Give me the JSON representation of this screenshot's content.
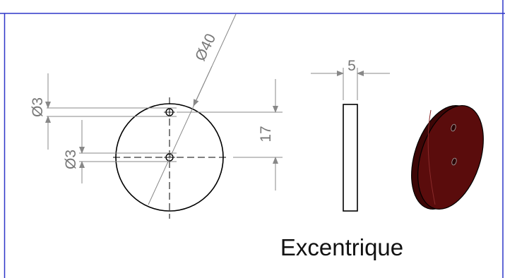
{
  "drawing": {
    "title": "Excentrique",
    "dimensions": {
      "outer_diameter": "40",
      "hole_diameter_top": "3",
      "hole_diameter_center": "3",
      "hole_spacing": "17",
      "thickness": "5"
    },
    "diameter_symbol": "Ø"
  },
  "colors": {
    "frame": "#2e36c8",
    "part_body": "#5a0c0c",
    "part_face": "#4a0808",
    "dimension_line": "#888888",
    "outline": "#000000"
  }
}
